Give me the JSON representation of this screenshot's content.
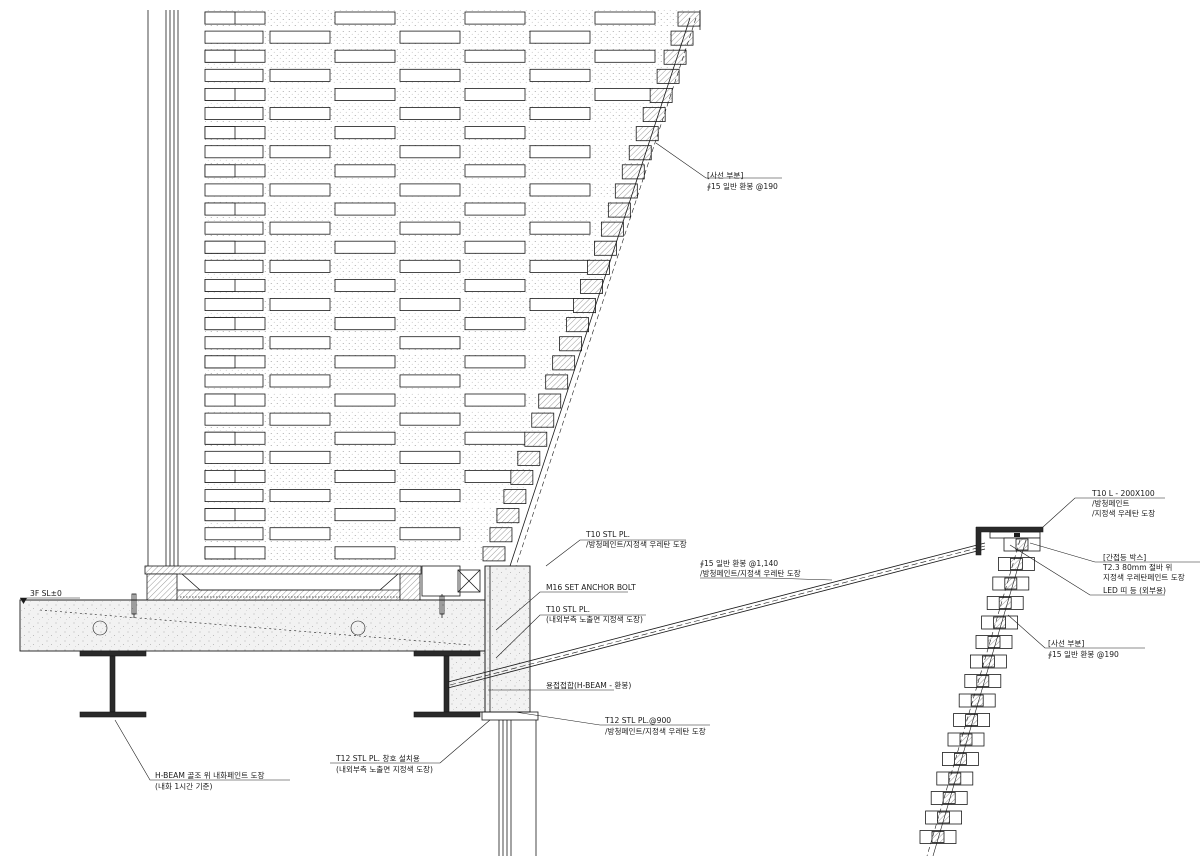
{
  "level_mark": "3F SL±0",
  "notes": {
    "cut_part_top": "[사선 부분]",
    "rebar_top": "∮15 일반 환봉 @190",
    "t10_plate_top_1": "T10 STL PL.",
    "t10_plate_top_2": "/방청페인트/지정색 우레탄 도장",
    "rod_1140_1": "∮15 일반 환봉 @1,140",
    "rod_1140_2": "/방청페인트/지정색 우레탄 도장",
    "anchor_bolt": "M16 SET ANCHOR BOLT",
    "t10_plate_mid_1": "T10 STL PL.",
    "t10_plate_mid_2": "(내외부측 노출면 지정색 도장)",
    "weld_joint": "용접접합(H-BEAM - 환봉)",
    "t12_plate_1": "T12 STL PL.@900",
    "t12_plate_2": "/방청페인트/지정색 우레탄 도장",
    "t12_window_1": "T12 STL PL. 창호 설치용",
    "t12_window_2": "(내외부측 노출면 지정색 도장)",
    "hbeam_1": "H-BEAM 골조 위 내화페인트 도장",
    "hbeam_2": "(내화 1시간 기준)",
    "angle_1": "T10 L - 200X100",
    "angle_2": "/방청페인트",
    "angle_3": "/지정색 우레탄 도장",
    "box_1": "[간접등 박스]",
    "box_2": "T2.3 80mm 절바 위",
    "box_3": "지정색 우레탄페인트 도장",
    "led": "LED 띠 등 (외부용)",
    "cut_part_right": "[사선 부분]",
    "rebar_right": "∮15 일반 환봉 @190"
  }
}
